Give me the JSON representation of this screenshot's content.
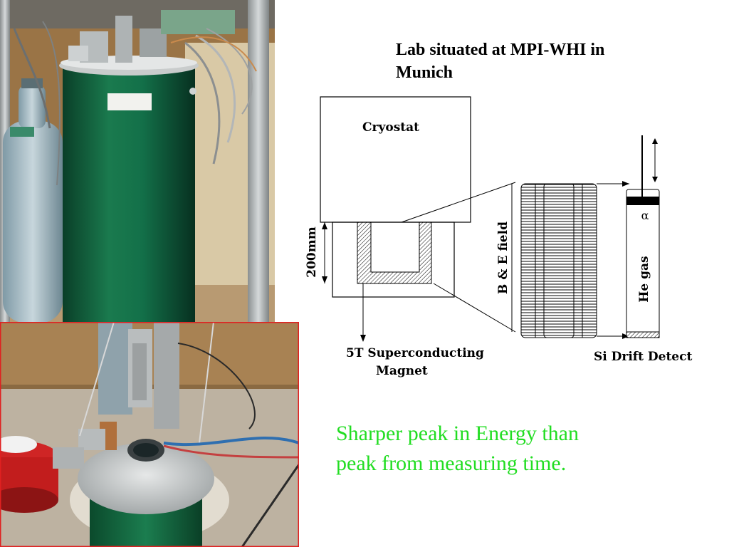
{
  "title": {
    "line1": "Lab situated at MPI-WHI in",
    "line2": "Munich"
  },
  "diagram": {
    "cryostat_label": "Cryostat",
    "dimension_label": "200mm",
    "field_label": "B & E field",
    "magnet_label_line1": "5T Superconducting",
    "magnet_label_line2": "Magnet",
    "alpha_symbol": "α",
    "gas_label": "He gas",
    "detector_label": "Si Drift Detect"
  },
  "note": {
    "line1": "Sharper peak in Energy than",
    "line2": "peak from measuring time."
  },
  "colors": {
    "note_green": "#22dd22",
    "bottom_photo_border": "#e02020",
    "cryostat_green": "#0f5c3a"
  }
}
